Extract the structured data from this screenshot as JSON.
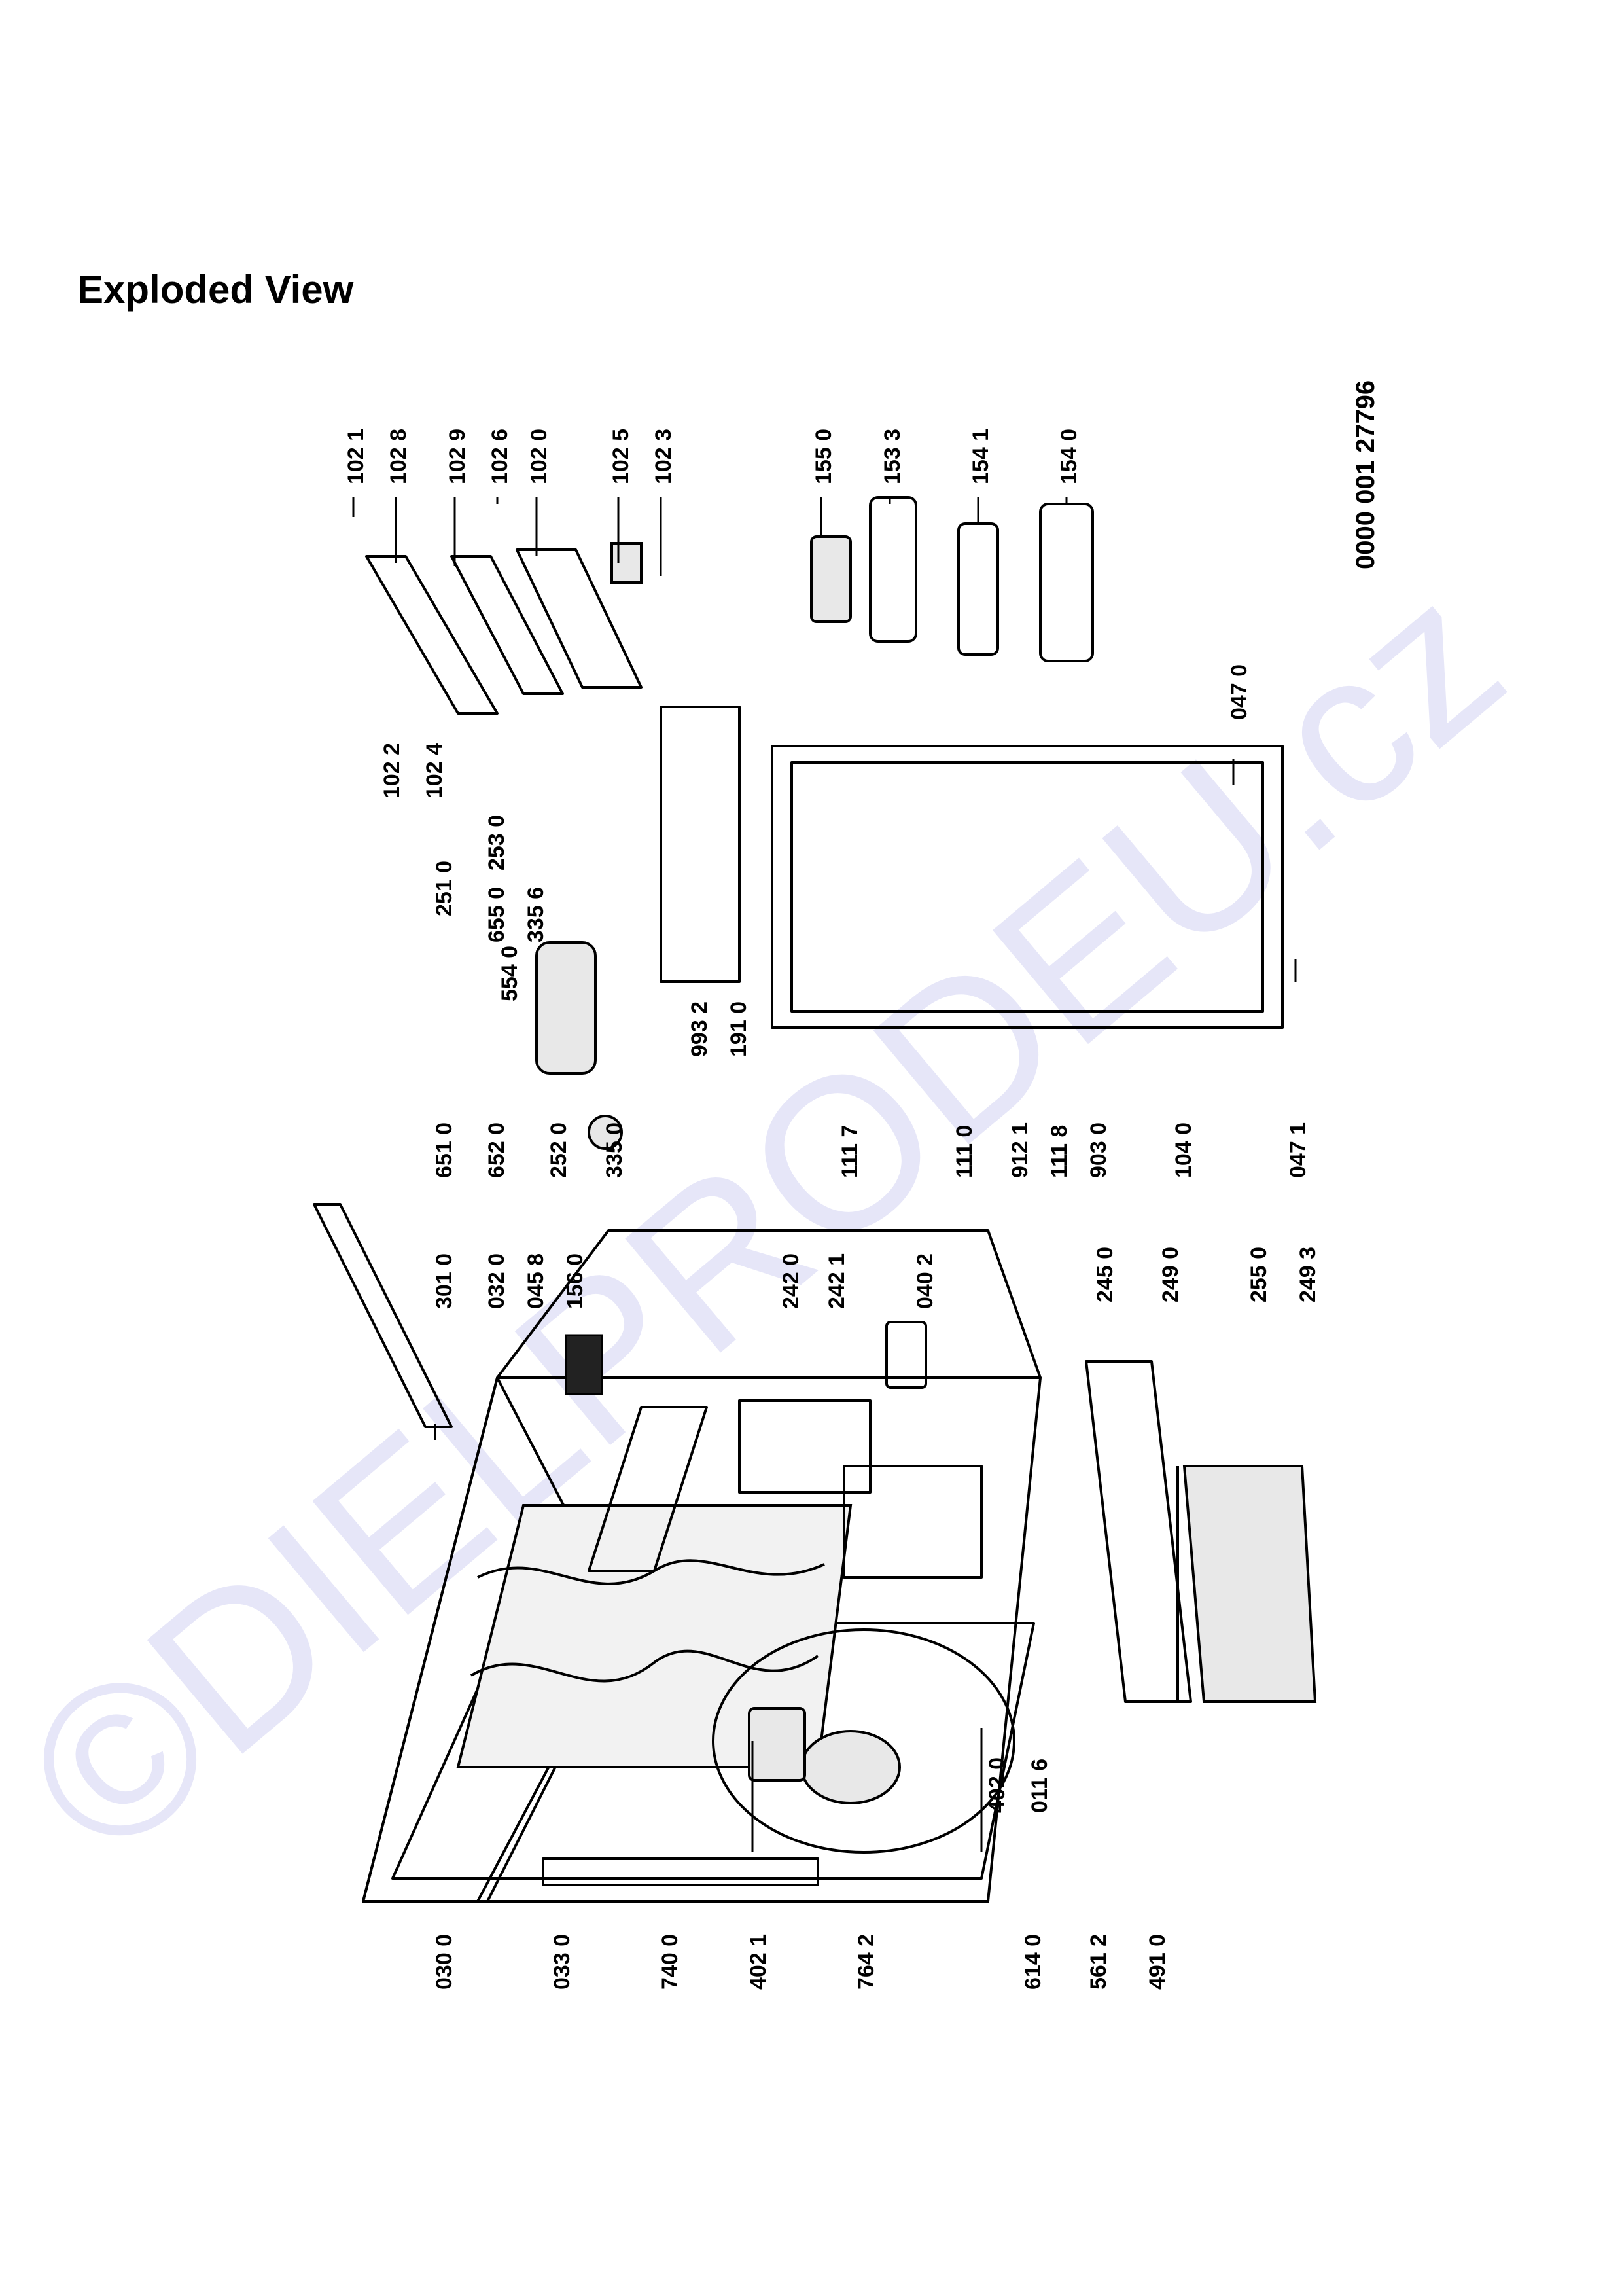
{
  "page": {
    "title": "Exploded View",
    "drawing_number": "0000 001 27796",
    "watermark": "©DIELPRODEU.cz"
  },
  "colors": {
    "ink": "#000000",
    "watermark": "#c8c8f0"
  },
  "labels": [
    "102 1",
    "102 8",
    "102 9",
    "102 6",
    "102 0",
    "102 5",
    "102 3",
    "155 0",
    "153 3",
    "154 1",
    "154 0",
    "102 2",
    "102 4",
    "253 0",
    "251 0",
    "655 0",
    "335 6",
    "554 0",
    "047 0",
    "993 2",
    "191 0",
    "651 0",
    "652 0",
    "252 0",
    "335 0",
    "111 7",
    "111 0",
    "912 1",
    "111 8",
    "903 0",
    "104 0",
    "047 1",
    "301 0",
    "032 0",
    "045 8",
    "156 0",
    "242 0",
    "242 1",
    "040 2",
    "245 0",
    "249 0",
    "255 0",
    "249 3",
    "030 0",
    "033 0",
    "740 0",
    "402 1",
    "764 2",
    "402 0",
    "011 6",
    "614 0",
    "561 2",
    "491 0"
  ]
}
